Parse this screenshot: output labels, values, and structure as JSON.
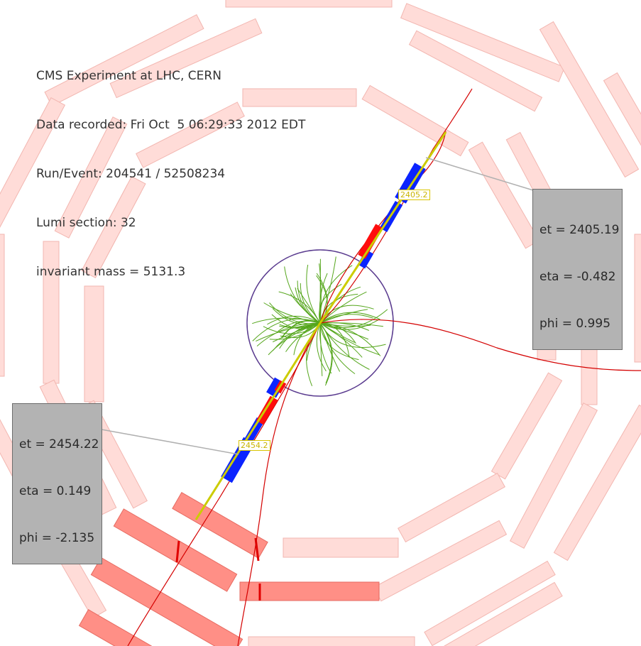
{
  "event_info": {
    "experiment": "CMS Experiment at LHC, CERN",
    "data_recorded": "Data recorded: Fri Oct  5 06:29:33 2012 EDT",
    "run_event": "Run/Event: 204541 / 52508234",
    "lumi_section": "Lumi section: 32",
    "invariant_mass": "invariant mass = 5131.3"
  },
  "jets": [
    {
      "et": "et = 2405.19",
      "eta": "eta = -0.482",
      "phi": "phi = 0.995",
      "tag": "2405.2"
    },
    {
      "et": "et = 2454.22",
      "eta": "eta = 0.149",
      "phi": "phi = -2.135",
      "tag": "2454.2"
    }
  ],
  "colors": {
    "muon_chamber_idle": "#ffdcd8",
    "muon_chamber_hit": "#ff8f86",
    "muon_track": "#d40000",
    "tracker_tracks": "#55a61c",
    "hcal": "#0b24ff",
    "ecal": "#ff0d0d",
    "jet_axis": "#cccc00",
    "info_box": "#b3b3b3"
  },
  "icons": [
    "tracker-circle-icon"
  ]
}
